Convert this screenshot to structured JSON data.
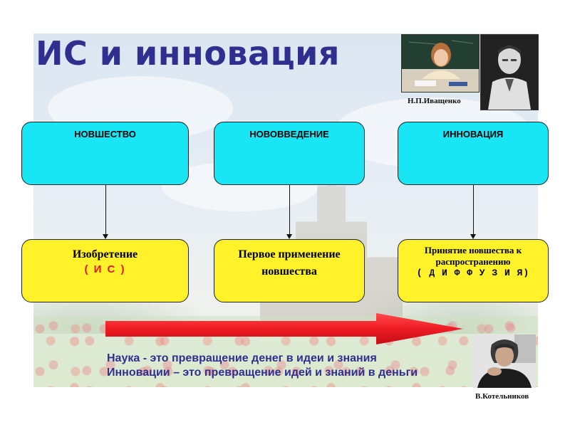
{
  "slide": {
    "title": "ИС и инновация"
  },
  "portraits": {
    "ivashchenko_caption": "Н.П.Иващенко",
    "kotelnikov_caption": "В.Котельников"
  },
  "columns": [
    {
      "heading": "НОВШЕСТВО",
      "detail": "Изобретение",
      "detail_sub": "( И С )"
    },
    {
      "heading": "НОВОВВЕДЕНИЕ",
      "detail": "Первое применение новшества",
      "detail_sub": ""
    },
    {
      "heading": "ИННОВАЦИЯ",
      "detail": "Принятие новшества к распространению",
      "detail_sub": "( Д И Ф Ф У З И Я)"
    }
  ],
  "quote": {
    "line1": "Наука - это превращение денег в идеи и знания",
    "line2": "Инновации – это превращение идей и знаний в деньги"
  },
  "colors": {
    "title": "#2e2f8f",
    "top_boxes": "#19e6f5",
    "bottom_boxes": "#fff22a",
    "arrow": "#ee1c24",
    "accent_red": "#e8161c"
  }
}
